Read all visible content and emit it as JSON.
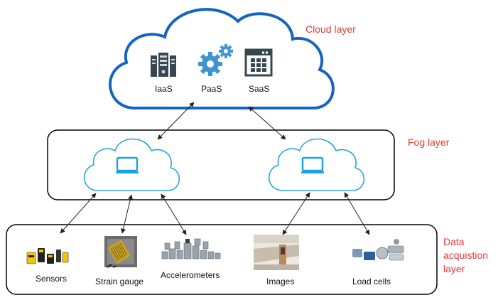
{
  "colors": {
    "cloud_stroke": "#1565C0",
    "fog_cloud_stroke": "#29A3E0",
    "laptop": "#1BA1E2",
    "layer_label": "#E53935",
    "icon_dark": "#37474F",
    "gear": "#3F95D1",
    "box_stroke": "#000000"
  },
  "cloud_layer": {
    "label": "Cloud layer",
    "services": [
      {
        "name": "IaaS",
        "icon": "server-icon"
      },
      {
        "name": "PaaS",
        "icon": "gears-icon"
      },
      {
        "name": "SaaS",
        "icon": "app-window-icon"
      }
    ]
  },
  "fog_layer": {
    "label": "Fog layer",
    "nodes": [
      {
        "icon": "laptop-icon"
      },
      {
        "icon": "laptop-icon"
      }
    ]
  },
  "data_layer": {
    "label_lines": [
      "Data",
      "acquistion",
      "layer"
    ],
    "items": [
      {
        "name": "Sensors",
        "icon": "sensors-image"
      },
      {
        "name": "Strain gauge",
        "icon": "strain-gauge-image"
      },
      {
        "name": "Accelerometers",
        "icon": "accelerometers-image"
      },
      {
        "name": "Images",
        "icon": "images-photo"
      },
      {
        "name": "Load cells",
        "icon": "load-cells-image"
      }
    ]
  }
}
